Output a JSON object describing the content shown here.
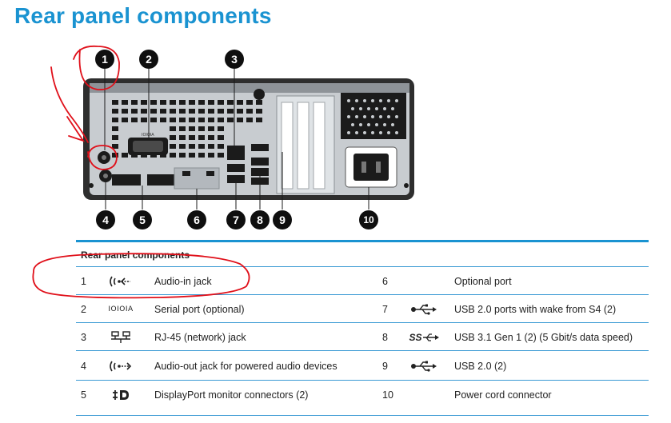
{
  "page": {
    "title": "Rear panel components"
  },
  "figure": {
    "callouts": [
      "1",
      "2",
      "3",
      "4",
      "5",
      "6",
      "7",
      "8",
      "9",
      "10"
    ],
    "serial_port_label": "IOIOIA"
  },
  "table": {
    "caption": "Rear panel components",
    "rows": [
      {
        "left": {
          "num": "1",
          "icon": "audio-in-icon",
          "desc": "Audio-in jack"
        },
        "right": {
          "num": "6",
          "icon": "",
          "desc": "Optional port"
        }
      },
      {
        "left": {
          "num": "2",
          "icon": "serial-port-icon",
          "desc": "Serial port (optional)",
          "icon_text": "IOIOIA"
        },
        "right": {
          "num": "7",
          "icon": "usb-icon",
          "desc": "USB 2.0 ports with wake from S4 (2)"
        }
      },
      {
        "left": {
          "num": "3",
          "icon": "network-icon",
          "desc": "RJ-45 (network) jack"
        },
        "right": {
          "num": "8",
          "icon": "usb-superspeed-icon",
          "desc": "USB 3.1 Gen 1 (2) (5 Gbit/s data speed)",
          "icon_text": "SS"
        }
      },
      {
        "left": {
          "num": "4",
          "icon": "audio-out-icon",
          "desc": "Audio-out jack for powered audio devices"
        },
        "right": {
          "num": "9",
          "icon": "usb-icon",
          "desc": "USB 2.0 (2)"
        }
      },
      {
        "left": {
          "num": "5",
          "icon": "displayport-icon",
          "desc": "DisplayPort monitor connectors (2)"
        },
        "right": {
          "num": "10",
          "icon": "",
          "desc": "Power cord connector"
        }
      }
    ]
  },
  "colors": {
    "title": "#1a93d1",
    "rule": "#1a93d1",
    "annotation": "#e0101a",
    "callout_bg": "#0f0f0f"
  }
}
